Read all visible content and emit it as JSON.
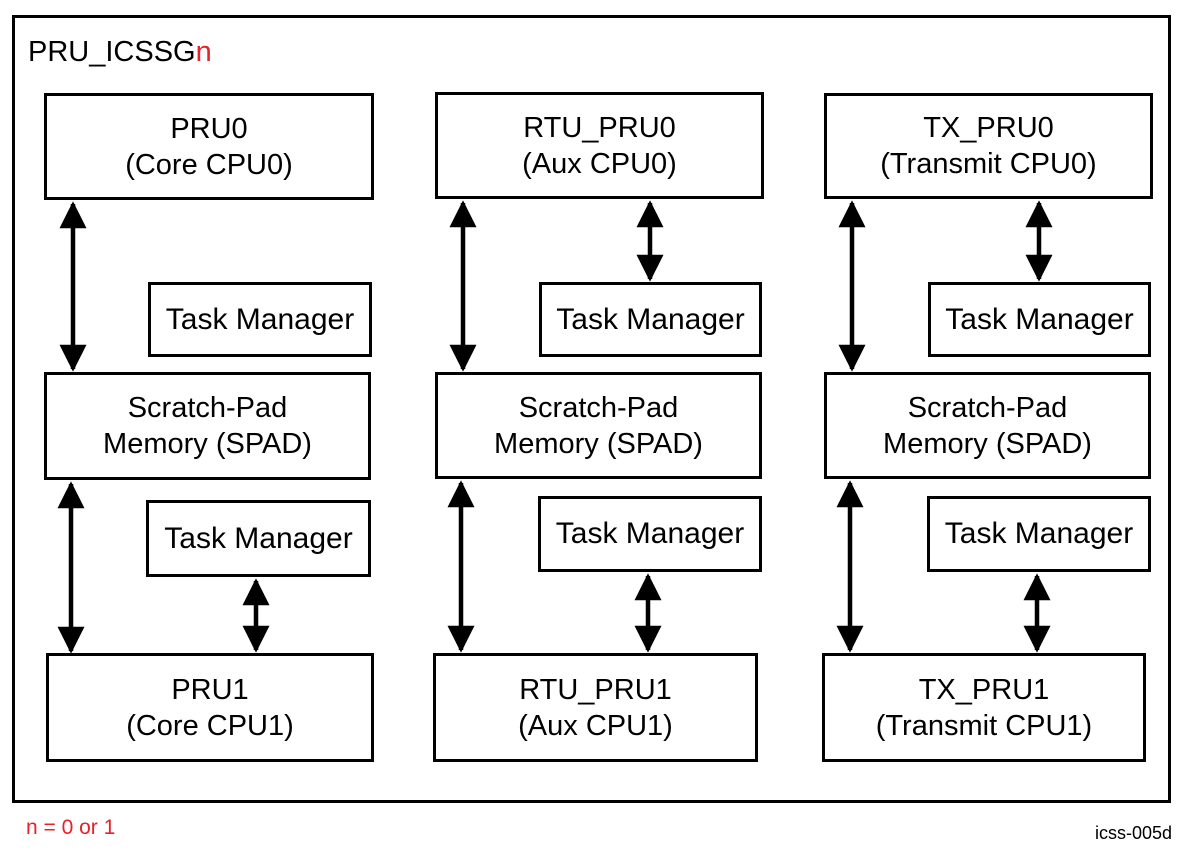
{
  "diagram": {
    "title": "PRU_ICSSG",
    "title_suffix": "n",
    "footnote": "n = 0 or 1",
    "figure_id": "icss-005d",
    "colors": {
      "stroke": "#000000",
      "accent_red": "#e8202a"
    },
    "columns": [
      {
        "top_cpu": {
          "name": "PRU0",
          "role": "(Core CPU0)"
        },
        "task_manager_top": "Task Manager",
        "spad": {
          "line1": "Scratch-Pad",
          "line2": "Memory (SPAD)"
        },
        "task_manager_bottom": "Task Manager",
        "bottom_cpu": {
          "name": "PRU1",
          "role": "(Core CPU1)"
        }
      },
      {
        "top_cpu": {
          "name": "RTU_PRU0",
          "role": "(Aux CPU0)"
        },
        "task_manager_top": "Task Manager",
        "spad": {
          "line1": "Scratch-Pad",
          "line2": "Memory (SPAD)"
        },
        "task_manager_bottom": "Task Manager",
        "bottom_cpu": {
          "name": "RTU_PRU1",
          "role": "(Aux CPU1)"
        }
      },
      {
        "top_cpu": {
          "name": "TX_PRU0",
          "role": "(Transmit CPU0)"
        },
        "task_manager_top": "Task Manager",
        "spad": {
          "line1": "Scratch-Pad",
          "line2": "Memory (SPAD)"
        },
        "task_manager_bottom": "Task Manager",
        "bottom_cpu": {
          "name": "TX_PRU1",
          "role": "(Transmit CPU1)"
        }
      }
    ]
  }
}
